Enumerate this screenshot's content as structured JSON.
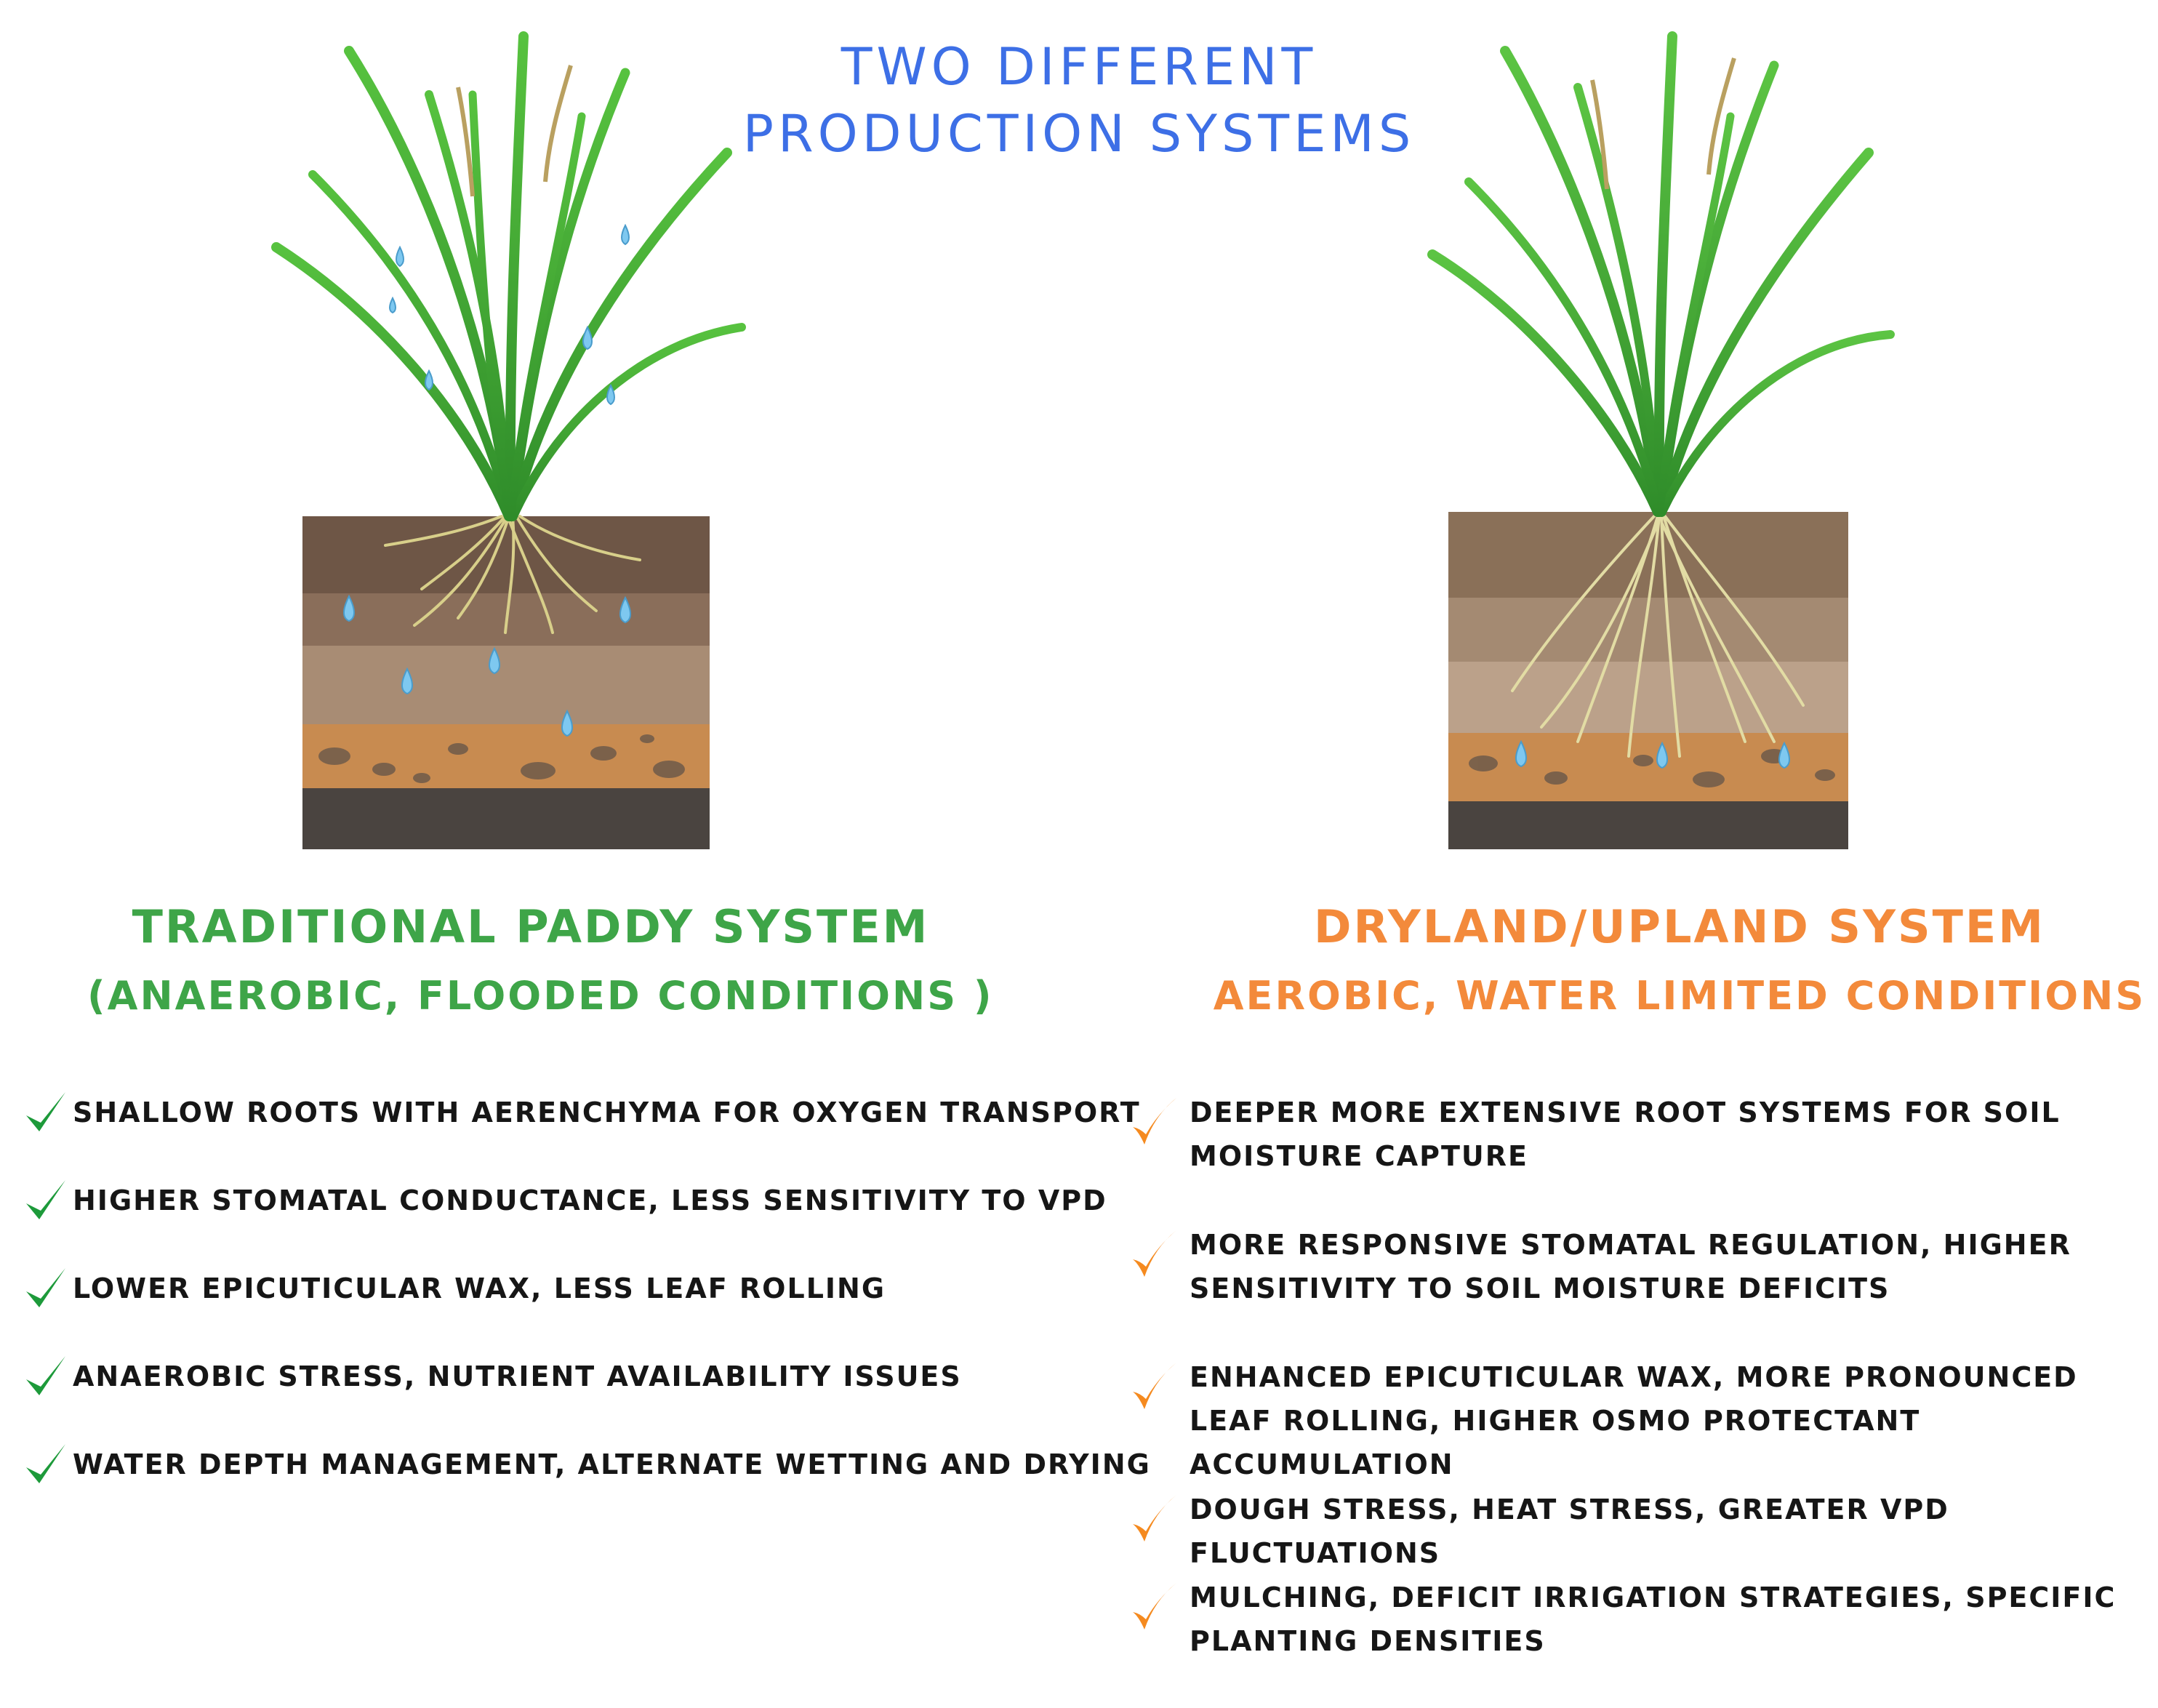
{
  "title": {
    "line1": "TWO DIFFERENT",
    "line2": "PRODUCTION SYSTEMS"
  },
  "colors": {
    "title": "#3d6fe6",
    "paddy_accent": "#3ea548",
    "dryland_accent": "#f38a3b",
    "check_green": "#1d9a3a",
    "check_orange": "#f58a1f",
    "text": "#161616"
  },
  "paddy": {
    "illustration": "rice-plant-flooded-soil-illustration",
    "title": "TRADITIONAL PADDY SYSTEM",
    "subtitle": "(ANAEROBIC, FLOODED CONDITIONS )",
    "icon": "green-checkmark-icon",
    "items": [
      "SHALLOW ROOTS WITH AERENCHYMA FOR OXYGEN TRANSPORT",
      "HIGHER STOMATAL CONDUCTANCE, LESS SENSITIVITY TO VPD",
      "LOWER EPICUTICULAR WAX, LESS LEAF ROLLING",
      "ANAEROBIC STRESS, NUTRIENT AVAILABILITY ISSUES",
      "WATER DEPTH MANAGEMENT, ALTERNATE WETTING AND DRYING"
    ]
  },
  "dryland": {
    "illustration": "rice-plant-dry-soil-illustration",
    "title": "DRYLAND/UPLAND SYSTEM",
    "subtitle": "AEROBIC, WATER LIMITED CONDITIONS",
    "icon": "orange-checkmark-icon",
    "items": [
      "DEEPER MORE EXTENSIVE ROOT SYSTEMS FOR SOIL MOISTURE CAPTURE",
      "MORE RESPONSIVE STOMATAL REGULATION, HIGHER SENSITIVITY TO SOIL MOISTURE DEFICITS",
      "ENHANCED EPICUTICULAR WAX, MORE PRONOUNCED LEAF ROLLING, HIGHER OSMO PROTECTANT ACCUMULATION",
      "DOUGH STRESS, HEAT STRESS, GREATER VPD FLUCTUATIONS",
      "MULCHING, DEFICIT IRRIGATION STRATEGIES, SPECIFIC PLANTING DENSITIES"
    ]
  }
}
